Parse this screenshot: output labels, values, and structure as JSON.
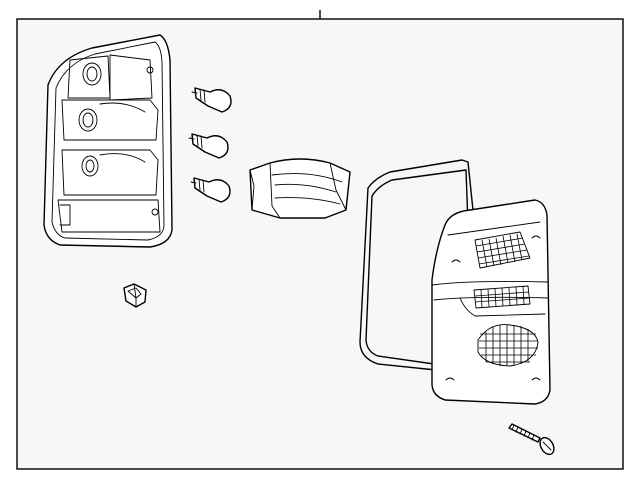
{
  "diagram": {
    "background": "#f7f7f7",
    "line_color": "#000000",
    "parts": [
      "housing",
      "nut",
      "bulb",
      "bulb",
      "bulb",
      "socket-reflector",
      "gasket",
      "lens",
      "screw"
    ]
  }
}
